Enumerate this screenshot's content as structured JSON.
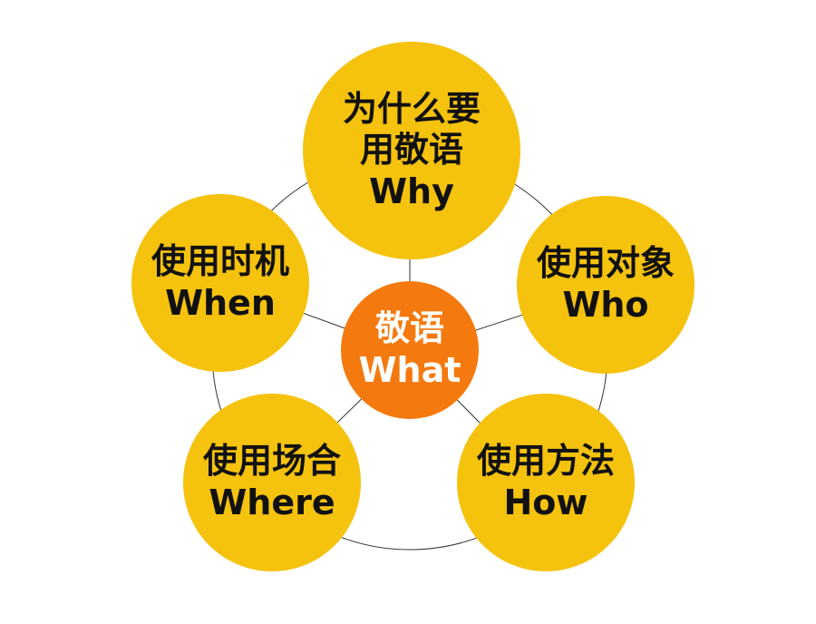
{
  "colors": {
    "outer_fill": "#F5C20E",
    "center_fill": "#F47A0F",
    "connector": "#333333"
  },
  "center": {
    "line1": "敬语",
    "line2": "What"
  },
  "nodes": {
    "why": {
      "line1": "为什么要",
      "line2": "用敬语",
      "line3": "Why"
    },
    "who": {
      "line1": "使用对象",
      "line2": "Who"
    },
    "how": {
      "line1": "使用方法",
      "line2": "How"
    },
    "where": {
      "line1": "使用场合",
      "line2": "Where"
    },
    "when": {
      "line1": "使用时机",
      "line2": "When"
    }
  }
}
